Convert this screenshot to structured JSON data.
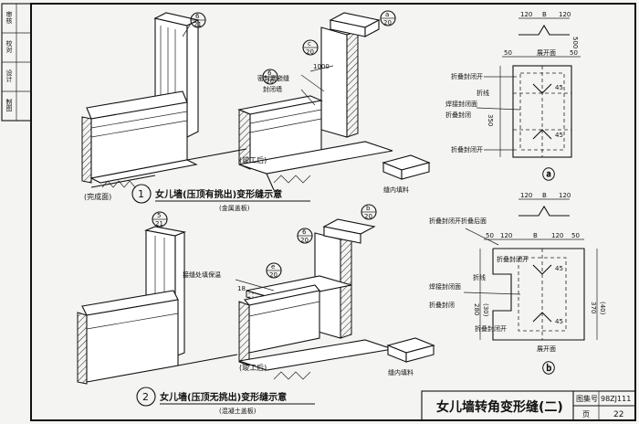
{
  "sheet_title": "女儿墙转角变形缝(二)",
  "drawing_no_label": "图集号",
  "drawing_no": "98ZJ111",
  "page_label": "页",
  "page_no": "22",
  "sidebar": {
    "labels": [
      "审核",
      "校对",
      "设计",
      "制图"
    ]
  },
  "figure1": {
    "number": "1",
    "caption": "女儿墙(压顶有挑出)变形缝示意",
    "subcaption": "(金属盖板)",
    "label_finished": "(完成面)",
    "label_construction": "(竣工后)",
    "label_block": "缝内填料",
    "label_seal": "密封膏嵌缝",
    "label_sealed_wall": "封闭墙",
    "dim_1000": "1000",
    "refs": [
      {
        "num": "6",
        "den": "21"
      },
      {
        "num": "a",
        "den": "20"
      },
      {
        "num": "c",
        "den": "20"
      },
      {
        "num": "6",
        "den": "20"
      }
    ]
  },
  "figure2": {
    "number": "2",
    "caption": "女儿墙(压顶无挑出)变形缝示意",
    "subcaption": "(混凝土盖板)",
    "label_construction": "(竣工后)",
    "label_block": "缝内填料",
    "label_board": "接缝处填保温",
    "dim_18": "18",
    "refs": [
      {
        "num": "5",
        "den": "21"
      },
      {
        "num": "b",
        "den": "20"
      },
      {
        "num": "6",
        "den": "20"
      },
      {
        "num": "e",
        "den": "20"
      }
    ]
  },
  "detail_a": {
    "label": "ⓐ",
    "dims_top": [
      "120",
      "B",
      "120"
    ],
    "dims_mid": [
      "50",
      "展开面",
      "50"
    ],
    "dims_side": [
      "500",
      "350",
      "45",
      "45"
    ],
    "notes": [
      "折叠封闭开",
      "焊接封闭面",
      "折叠封闭",
      "折线",
      "折叠封闭开"
    ]
  },
  "detail_b": {
    "label": "ⓑ",
    "dims_top": [
      "120",
      "B",
      "120"
    ],
    "dims_mid": [
      "50",
      "120",
      "B",
      "120",
      "50"
    ],
    "dims_side": [
      "280",
      "(30)",
      "370",
      "(40)",
      "45",
      "45"
    ],
    "notes": [
      "折叠封闭开折叠后面",
      "焊接封闭面",
      "折叠封闭开",
      "折线",
      "折叠封闭",
      "折叠封闭开",
      "展开面"
    ]
  }
}
